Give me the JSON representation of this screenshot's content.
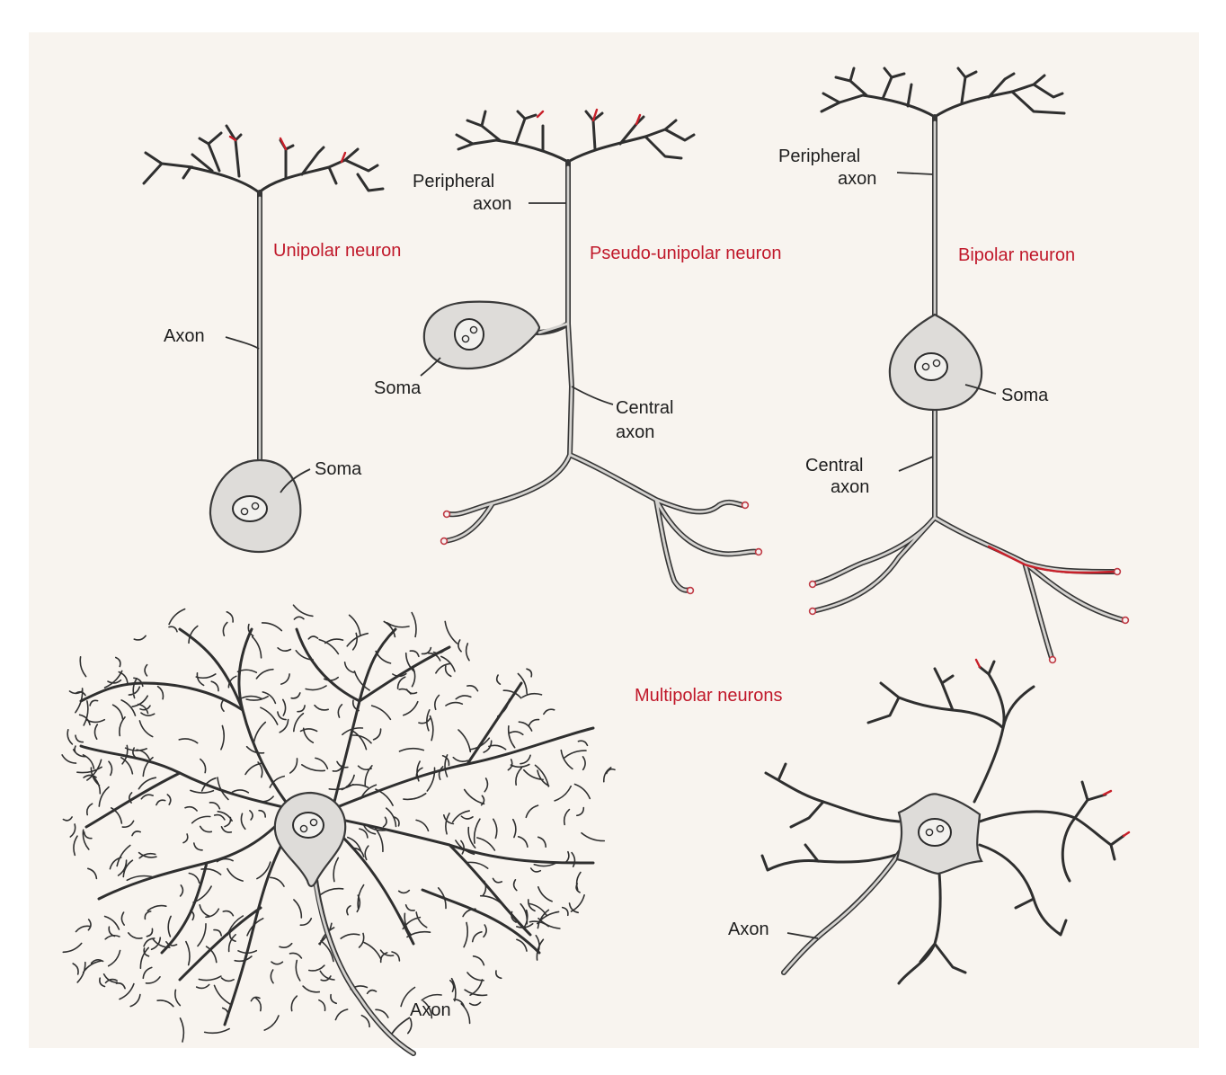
{
  "titles": {
    "unipolar": "Unipolar neuron",
    "pseudo": "Pseudo-unipolar neuron",
    "bipolar": "Bipolar neuron",
    "multipolar": "Multipolar neurons"
  },
  "labels": {
    "unipolar_axon": "Axon",
    "unipolar_soma": "Soma",
    "pseudo_peripheral_1": "Peripheral",
    "pseudo_peripheral_2": "axon",
    "pseudo_soma": "Soma",
    "pseudo_central_1": "Central",
    "pseudo_central_2": "axon",
    "bipolar_peripheral_1": "Peripheral",
    "bipolar_peripheral_2": "axon",
    "bipolar_soma": "Soma",
    "bipolar_central_1": "Central",
    "bipolar_central_2": "axon",
    "multipolar_small_axon": "Axon",
    "multipolar_large_axon": "Axon"
  },
  "colors": {
    "title_red": "#c0182a",
    "paper": "#f8f4ef",
    "cell_fill": "#dedcd9"
  }
}
